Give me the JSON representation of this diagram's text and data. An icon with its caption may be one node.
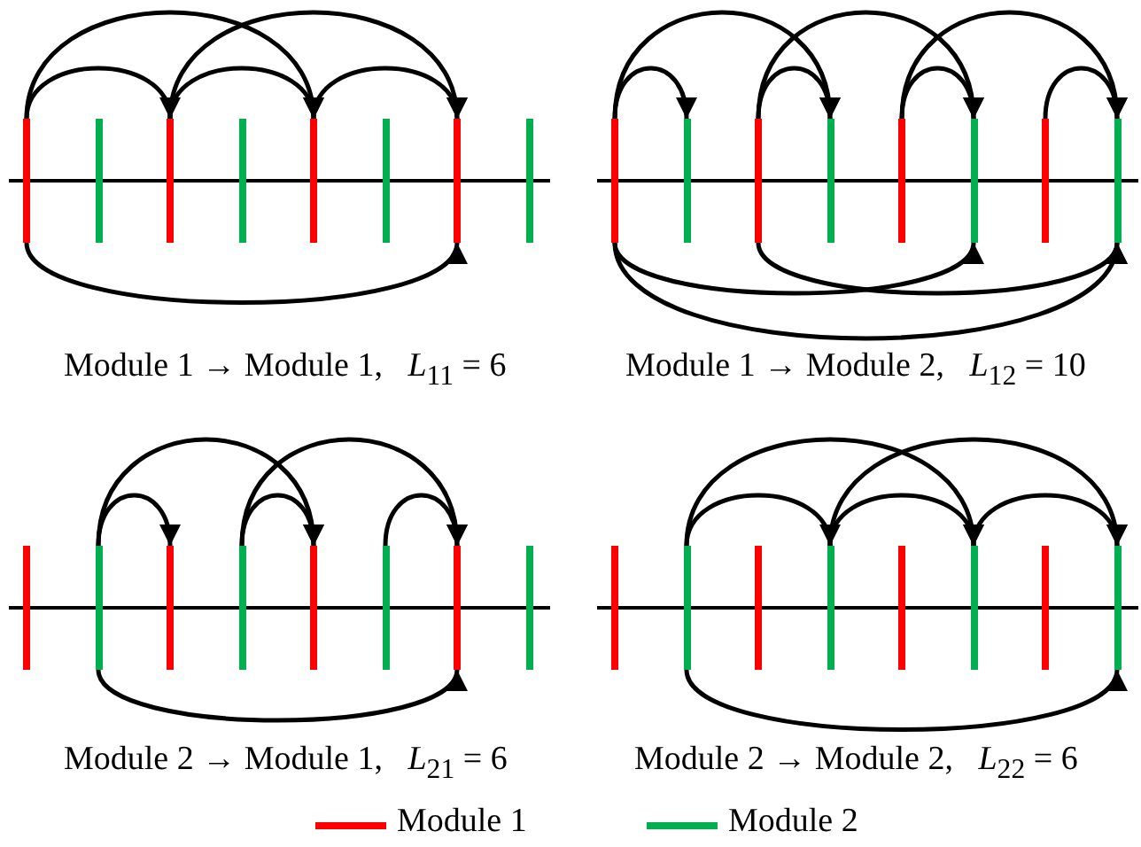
{
  "diagram": {
    "nodes": [
      {
        "text": [],
        "shape": "bar"
      },
      {
        "text": [],
        "shape": "bar"
      },
      {
        "text": [],
        "shape": "bar"
      },
      {
        "text": [],
        "shape": "bar"
      },
      {
        "text": [],
        "shape": "bar"
      },
      {
        "text": [],
        "shape": "bar"
      },
      {
        "text": [],
        "shape": "bar"
      },
      {
        "text": [],
        "shape": "bar"
      },
      {
        "text": [],
        "shape": "bar"
      },
      {
        "text": [],
        "shape": "bar"
      },
      {
        "text": [],
        "shape": "bar"
      },
      {
        "text": [],
        "shape": "bar"
      },
      {
        "text": [],
        "shape": "bar"
      },
      {
        "text": [],
        "shape": "bar"
      },
      {
        "text": [],
        "shape": "bar"
      },
      {
        "text": [],
        "shape": "bar"
      },
      {
        "text": [],
        "shape": "bar"
      },
      {
        "text": [],
        "shape": "bar"
      },
      {
        "text": [],
        "shape": "bar"
      },
      {
        "text": [],
        "shape": "bar"
      },
      {
        "text": [],
        "shape": "bar"
      },
      {
        "text": [],
        "shape": "bar"
      },
      {
        "text": [],
        "shape": "bar"
      },
      {
        "text": [],
        "shape": "bar"
      },
      {
        "text": [],
        "shape": "bar"
      },
      {
        "text": [],
        "shape": "bar"
      },
      {
        "text": [],
        "shape": "bar"
      },
      {
        "text": [],
        "shape": "bar"
      },
      {
        "text": [],
        "shape": "bar"
      },
      {
        "text": [],
        "shape": "bar"
      },
      {
        "text": [],
        "shape": "bar"
      },
      {
        "text": [],
        "shape": "bar"
      }
    ],
    "edges": [
      {
        "from": 0,
        "to": 2,
        "arrow": "to"
      },
      {
        "from": 0,
        "to": 4,
        "arrow": "to"
      },
      {
        "from": 2,
        "to": 4,
        "arrow": "to"
      },
      {
        "from": 2,
        "to": 6,
        "arrow": "to"
      },
      {
        "from": 4,
        "to": 6,
        "arrow": "to"
      },
      {
        "from": 0,
        "to": 6,
        "arrow": "to"
      },
      {
        "from": 8,
        "to": 9,
        "arrow": "to"
      },
      {
        "from": 8,
        "to": 11,
        "arrow": "to"
      },
      {
        "from": 10,
        "to": 11,
        "arrow": "to"
      },
      {
        "from": 10,
        "to": 13,
        "arrow": "to"
      },
      {
        "from": 12,
        "to": 13,
        "arrow": "to"
      },
      {
        "from": 12,
        "to": 15,
        "arrow": "to"
      },
      {
        "from": 14,
        "to": 15,
        "arrow": "to"
      },
      {
        "from": 8,
        "to": 13,
        "arrow": "to"
      },
      {
        "from": 10,
        "to": 15,
        "arrow": "to"
      },
      {
        "from": 8,
        "to": 15,
        "arrow": "to"
      },
      {
        "from": 17,
        "to": 18,
        "arrow": "to"
      },
      {
        "from": 17,
        "to": 20,
        "arrow": "to"
      },
      {
        "from": 19,
        "to": 20,
        "arrow": "to"
      },
      {
        "from": 19,
        "to": 22,
        "arrow": "to"
      },
      {
        "from": 21,
        "to": 22,
        "arrow": "to"
      },
      {
        "from": 17,
        "to": 22,
        "arrow": "to"
      },
      {
        "from": 25,
        "to": 27,
        "arrow": "to"
      },
      {
        "from": 25,
        "to": 29,
        "arrow": "to"
      },
      {
        "from": 27,
        "to": 29,
        "arrow": "to"
      },
      {
        "from": 27,
        "to": 31,
        "arrow": "to"
      },
      {
        "from": 29,
        "to": 31,
        "arrow": "to"
      },
      {
        "from": 25,
        "to": 31,
        "arrow": "to"
      }
    ],
    "labels": [
      "Module 1 → Module 1,   *L*$_{11}$ = 6",
      "Module 1 → Module 2,   *L*$_{12}$ = 10",
      "Module 2 → Module 1,   *L*$_{21}$ = 6",
      "Module 2 → Module 2,   *L*$_{22}$ = 6"
    ],
    "legend": [
      {
        "text": "Module 1",
        "color": "#ff0000"
      },
      {
        "text": "Module 2",
        "color": "#00b050"
      }
    ]
  }
}
